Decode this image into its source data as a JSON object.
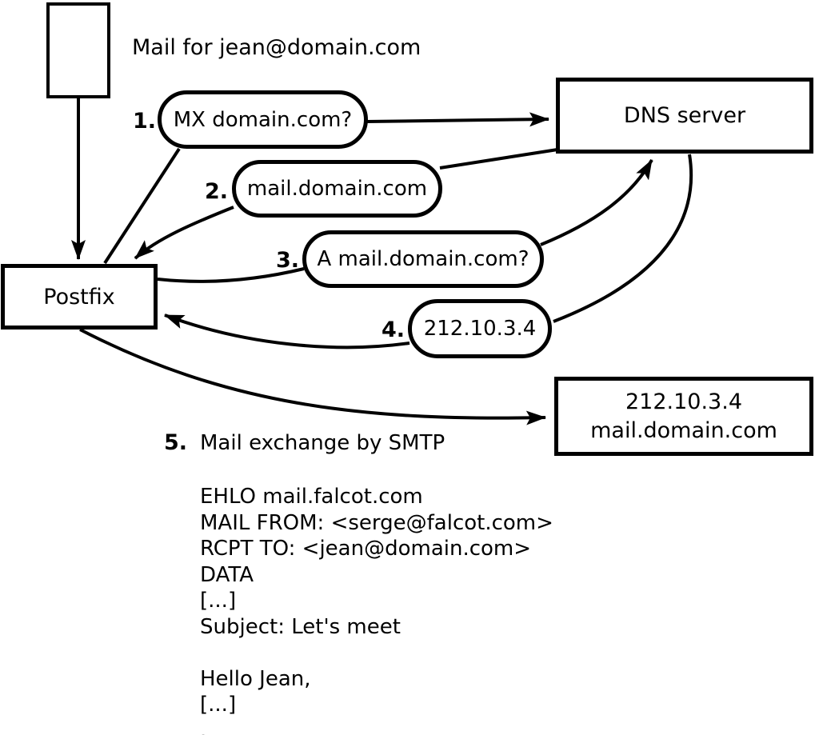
{
  "annotations": {
    "mail_caption": "Mail for jean@domain.com"
  },
  "nodes": {
    "postfix": {
      "label": "Postfix"
    },
    "dns_server": {
      "label": "DNS server"
    },
    "mail_server": {
      "line1": "212.10.3.4",
      "line2": "mail.domain.com"
    }
  },
  "steps": [
    {
      "number": "1.",
      "label": "MX domain.com?"
    },
    {
      "number": "2.",
      "label": "mail.domain.com"
    },
    {
      "number": "3.",
      "label": "A mail.domain.com?"
    },
    {
      "number": "4.",
      "label": "212.10.3.4"
    },
    {
      "number": "5.",
      "label": "Mail exchange by SMTP"
    }
  ],
  "smtp_session": {
    "lines": [
      "EHLO mail.falcot.com",
      "MAIL FROM: <serge@falcot.com>",
      "RCPT TO: <jean@domain.com>",
      "DATA",
      "[...]",
      "Subject: Let's meet",
      "",
      "Hello Jean,",
      "[...]",
      "."
    ]
  },
  "colors": {
    "line": "#000000",
    "text": "#000000",
    "background": "#ffffff"
  }
}
